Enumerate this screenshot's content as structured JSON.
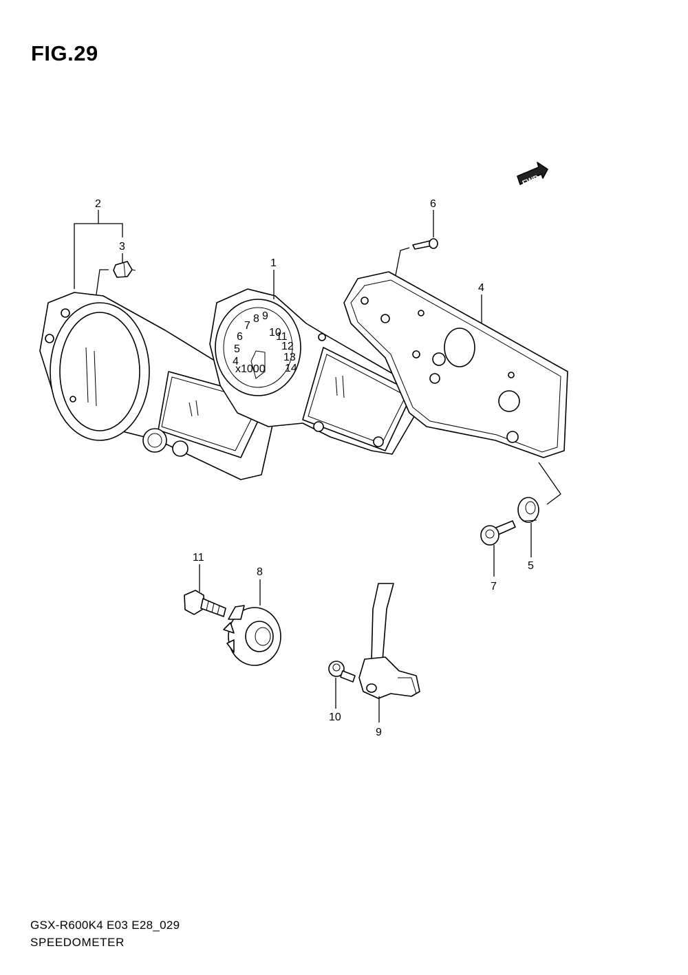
{
  "figure": {
    "title": "FIG.29"
  },
  "fwd_label": "FWD",
  "gauge_text": {
    "scale": [
      "4",
      "5",
      "6",
      "7",
      "8",
      "9",
      "10",
      "11",
      "12",
      "13",
      "14"
    ],
    "unit": "x1000"
  },
  "callouts": [
    "1",
    "2",
    "3",
    "4",
    "5",
    "6",
    "7",
    "8",
    "9",
    "10",
    "11"
  ],
  "footer": {
    "code": "GSX-R600K4 E03 E28_029",
    "name": "SPEEDOMETER"
  }
}
